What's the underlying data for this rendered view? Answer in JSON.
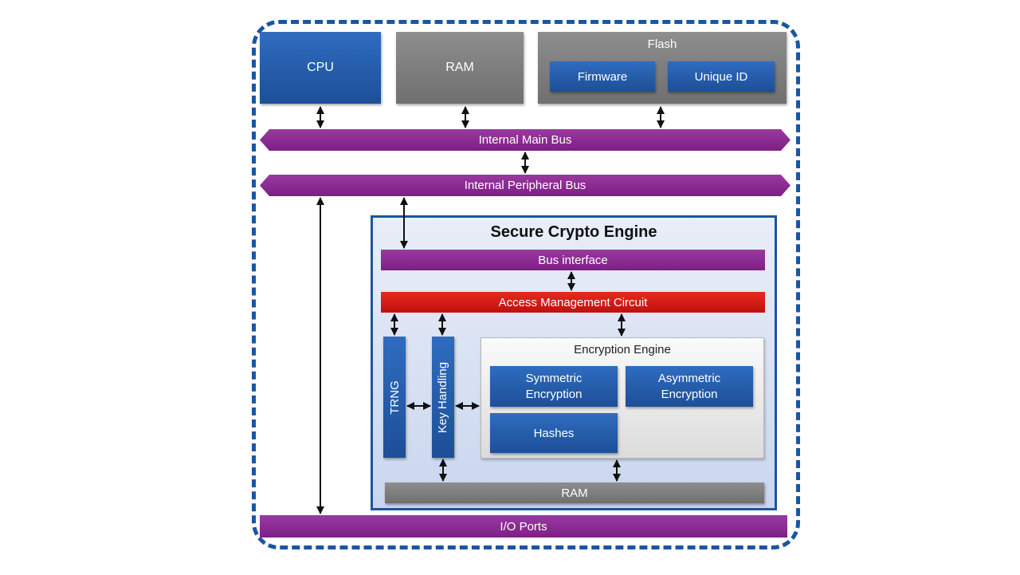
{
  "diagram": {
    "top_blocks": {
      "cpu": "CPU",
      "ram": "RAM",
      "flash": "Flash",
      "firmware": "Firmware",
      "unique_id": "Unique ID"
    },
    "buses": {
      "main": "Internal Main Bus",
      "peripheral": "Internal Peripheral Bus",
      "io": "I/O Ports"
    },
    "secure_engine": {
      "title": "Secure Crypto Engine",
      "bus_interface": "Bus interface",
      "access_management": "Access Management Circuit",
      "trng": "TRNG",
      "key_handling": "Key Handling",
      "encryption_engine": {
        "title": "Encryption Engine",
        "symmetric": "Symmetric Encryption",
        "asymmetric": "Asymmetric Encryption",
        "hashes": "Hashes"
      },
      "ram": "RAM"
    },
    "colors": {
      "border_blue": "#1a56a0",
      "block_blue": "#2f6cc0",
      "bus_purple": "#8a2a90",
      "access_red": "#d81e16",
      "block_gray": "#7e7e7e"
    }
  }
}
